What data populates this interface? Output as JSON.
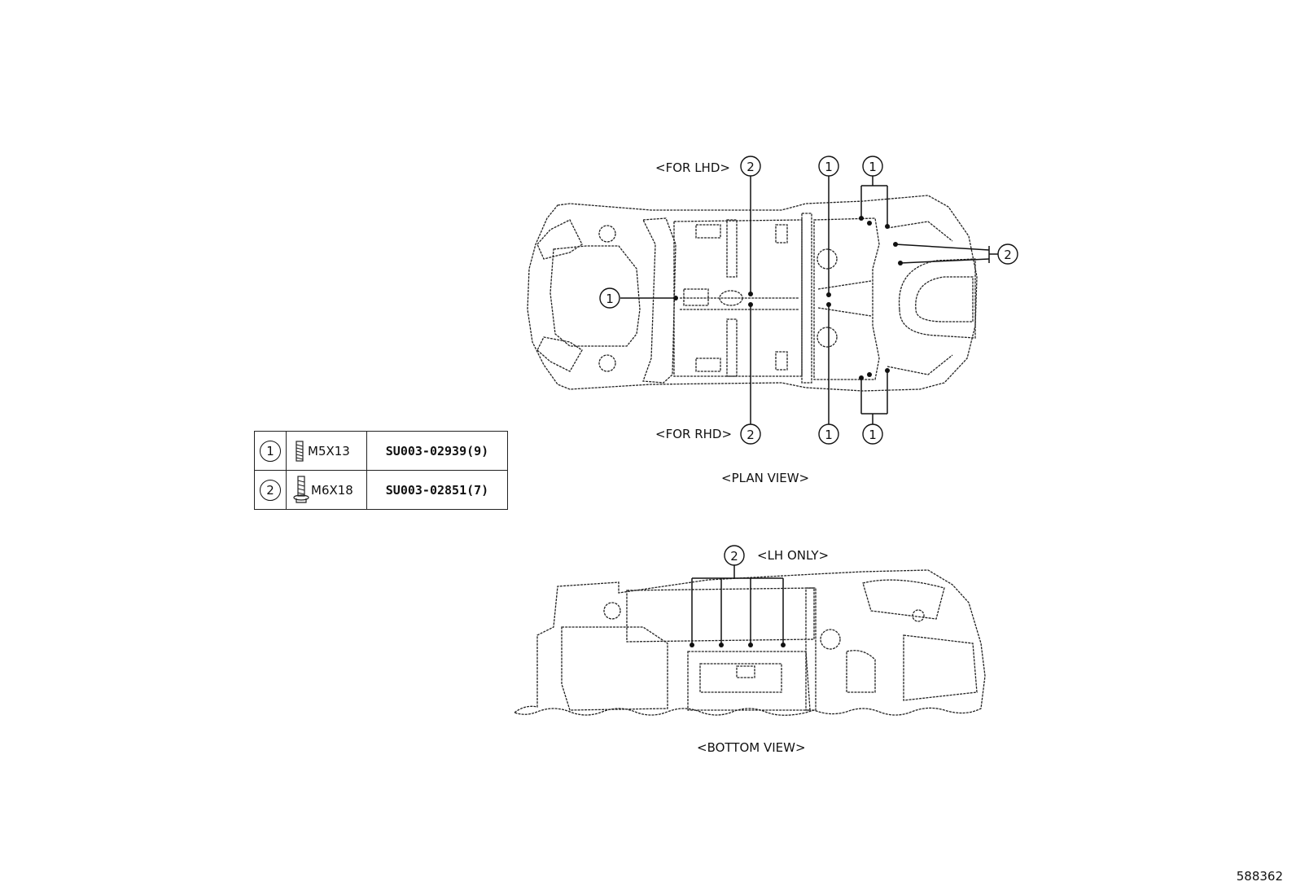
{
  "plan_view": {
    "caption": "<PLAN VIEW>",
    "for_lhd": "<FOR LHD>",
    "for_rhd": "<FOR RHD>",
    "callouts": {
      "c1": "1",
      "c2": "2",
      "c3": "1",
      "c4": "1",
      "c5": "2",
      "c6": "2",
      "c7": "1",
      "c8": "1"
    }
  },
  "bottom_view": {
    "caption": "<BOTTOM VIEW>",
    "lh_only": "<LH ONLY>",
    "callout": "2"
  },
  "legend": {
    "rows": [
      {
        "num": "1",
        "size": "M5X13",
        "part": "SU003-02939(9)",
        "icon": "screw-icon"
      },
      {
        "num": "2",
        "size": "M6X18",
        "part": "SU003-02851(7)",
        "icon": "flange-bolt-icon"
      }
    ]
  },
  "doc_id": "588362"
}
